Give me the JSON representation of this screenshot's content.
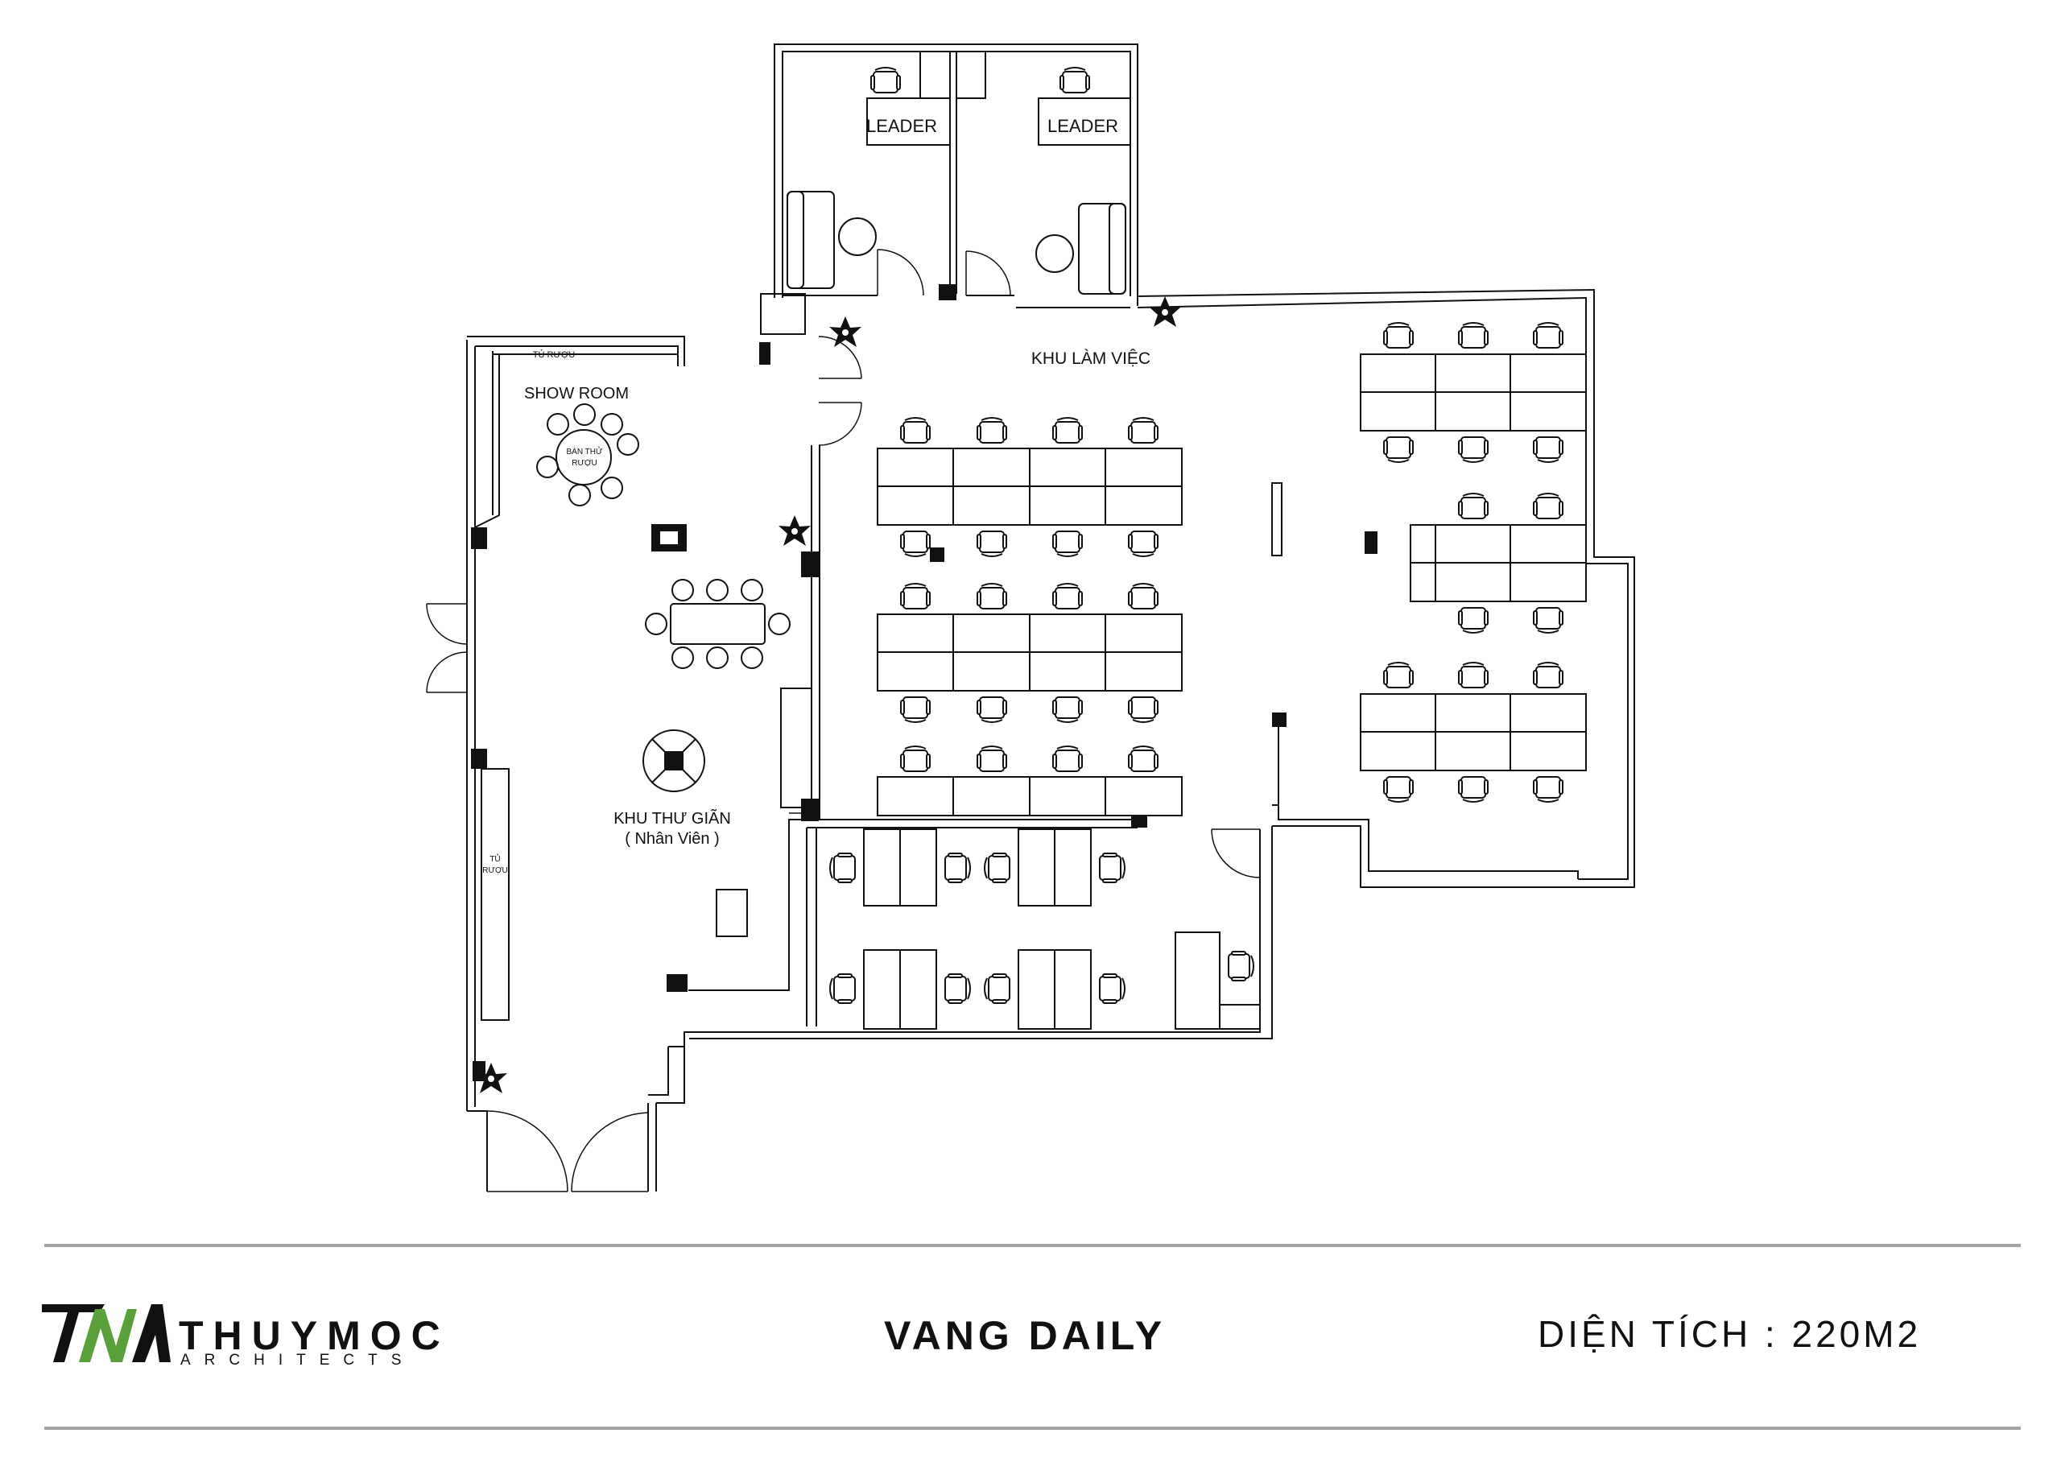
{
  "plan": {
    "rooms": {
      "leader_1": "LEADER",
      "leader_2": "LEADER",
      "work_area": "KHU LÀM VIỆC",
      "show_room": "SHOW ROOM",
      "wine_cabinet_top": "TỦ RƯỢU",
      "tasting_table_line1": "BÀN THỬ",
      "tasting_table_line2": "RƯỢU",
      "relax_area": "KHU THƯ GIÃN",
      "relax_area_sub": "( Nhân Viên )",
      "wine_cabinet_side_line1": "TỦ",
      "wine_cabinet_side_line2": "RƯỢU"
    }
  },
  "footer": {
    "logo_word": "THUYMOC",
    "logo_sub": "ARCHITECTS",
    "project_name": "VANG DAILY",
    "area_label": "DIỆN TÍCH : 220M2"
  },
  "colors": {
    "line": "#111111",
    "rule": "#a3a3a3",
    "logo_accent": "#5aa03a"
  }
}
